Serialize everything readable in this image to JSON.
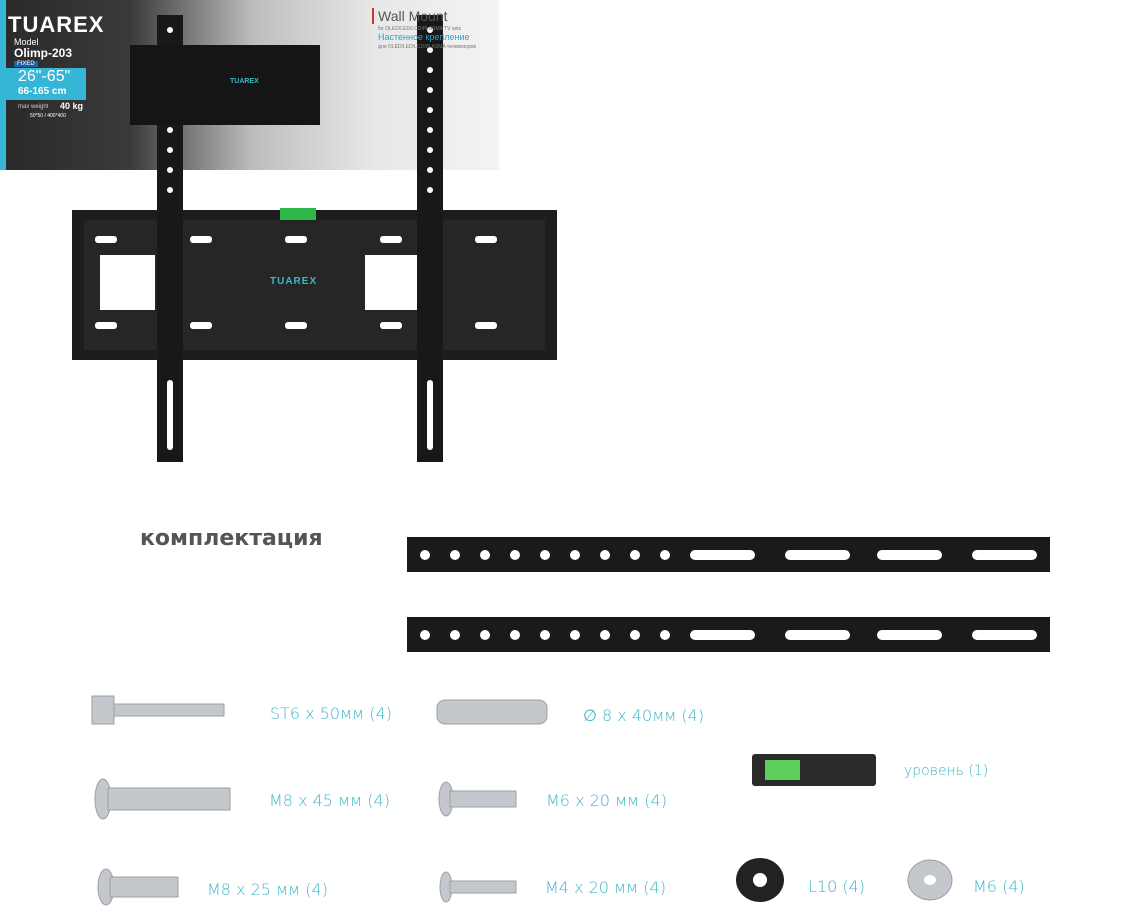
{
  "mount": {
    "logo": "TUAREX"
  },
  "box": {
    "brand": "TUAREX",
    "model_label": "Model",
    "model": "Olimp-203",
    "type": "FIXED",
    "size_in": "26\"-65\"",
    "size_cm": "66-165 cm",
    "max_weight_label": "max weight",
    "max_weight": "40 kg",
    "vesa": "50*50 / 400*400",
    "title_en": "Wall Mount",
    "subtitle_en": "for OLED/LED/LCD/PLASMA TV sets",
    "title_ru": "Настенное крепление",
    "subtitle_ru": "для OLED/LED/LCD/PLASMA телевизоров",
    "plate_logo": "TUAREX"
  },
  "section_title": "комплектация",
  "items": [
    {
      "label": "ST6 x 50мм (4)"
    },
    {
      "label": "∅ 8 x 40мм (4)"
    },
    {
      "label": "M8 x 45 мм (4)"
    },
    {
      "label": "M6 x 20 мм (4)"
    },
    {
      "label": "уровень (1)"
    },
    {
      "label": "M8 x 25 мм (4)"
    },
    {
      "label": "M4 x 20 мм (4)"
    },
    {
      "label": "L10 (4)"
    },
    {
      "label": "M6 (4)"
    }
  ],
  "colors": {
    "label": "#3fb6c9",
    "metal": "#1b1b1b",
    "accent": "#35b6d6"
  }
}
